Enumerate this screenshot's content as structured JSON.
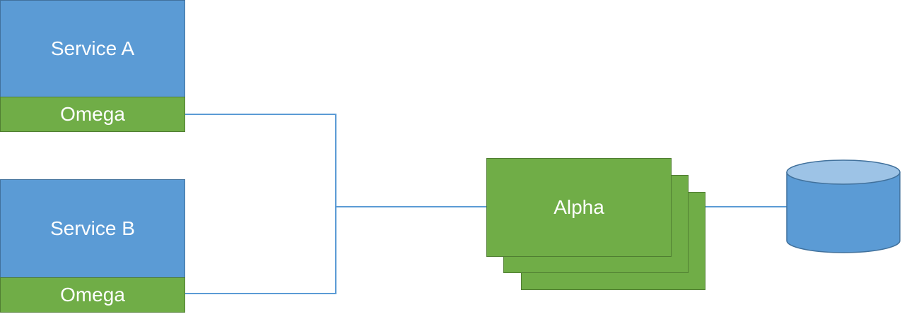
{
  "services": [
    {
      "title": "Service A",
      "agent": "Omega"
    },
    {
      "title": "Service B",
      "agent": "Omega"
    }
  ],
  "coordinator": {
    "label": "Alpha"
  },
  "colors": {
    "service_fill": "#5b9bd5",
    "service_border": "#41719c",
    "agent_fill": "#70ad47",
    "agent_border": "#507e32",
    "connector": "#5b9bd5",
    "database_fill": "#5b9bd5",
    "database_top": "#9dc3e6",
    "text": "#ffffff"
  }
}
